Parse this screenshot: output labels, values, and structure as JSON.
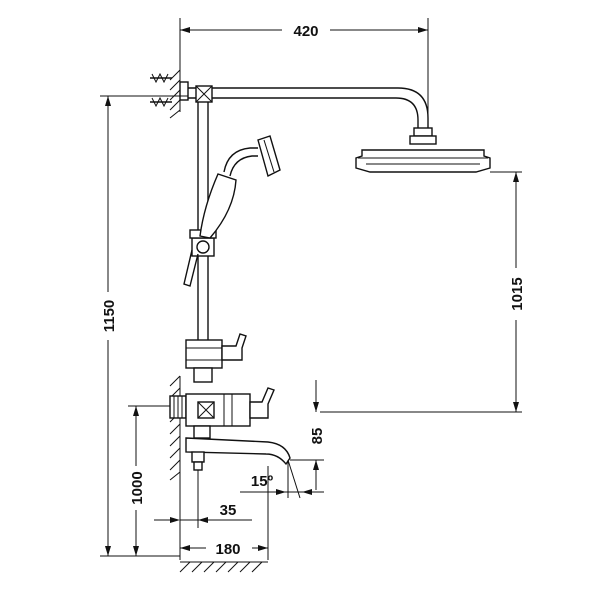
{
  "dimensions": {
    "arm_reach": "420",
    "total_height": "1150",
    "showerhead_height": "1015",
    "valve_height": "1000",
    "valve_to_spout": "85",
    "spout_angle": "15º",
    "spout_offset": "35",
    "wall_projection": "180"
  }
}
